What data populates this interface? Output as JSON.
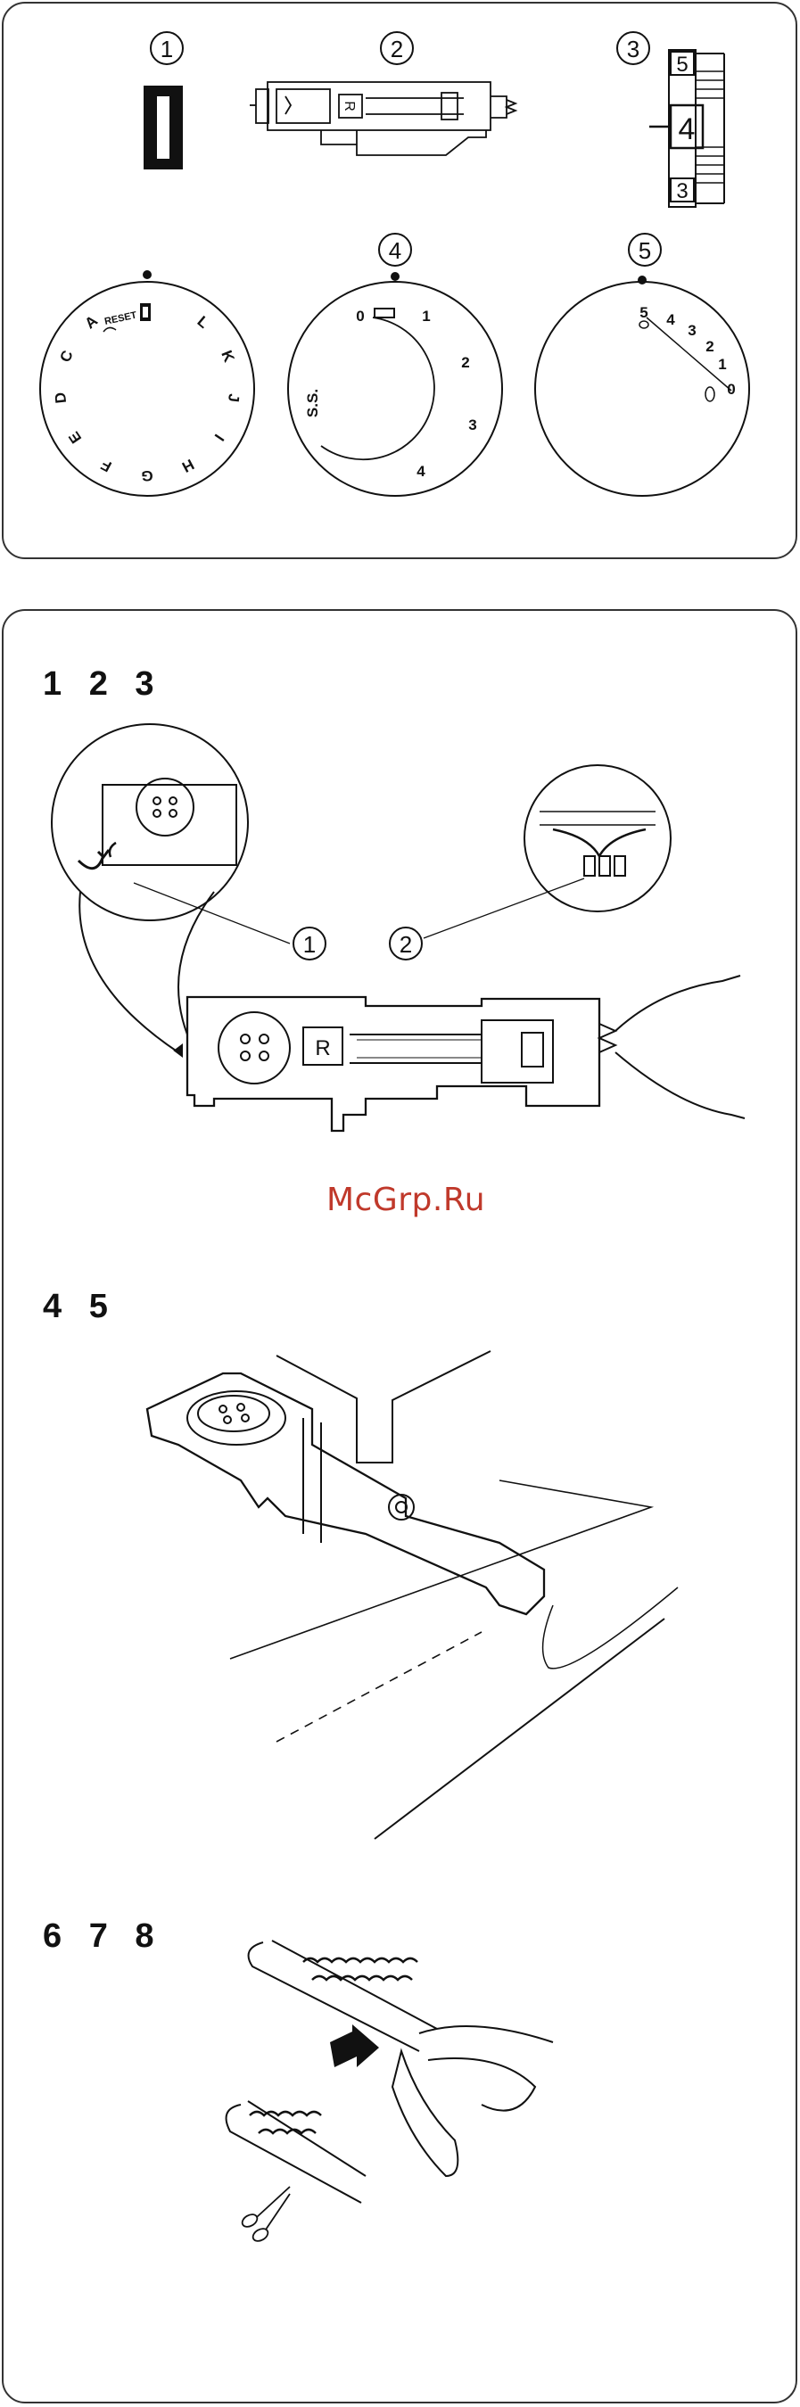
{
  "top_panel": {
    "item_markers": [
      "1",
      "2",
      "3",
      "4",
      "5"
    ],
    "scale_numbers": [
      "5",
      "4",
      "3"
    ],
    "pattern_dial": {
      "reset_label": "RESET",
      "letters": [
        "L",
        "K",
        "J",
        "I",
        "H",
        "G",
        "F",
        "E",
        "D",
        "C",
        "A"
      ]
    },
    "length_dial": {
      "labels": [
        "0",
        "1",
        "2",
        "3",
        "4",
        "S.S."
      ]
    },
    "width_dial": {
      "labels": [
        "5",
        "4",
        "3",
        "2",
        "1",
        "0"
      ]
    }
  },
  "bottom_panel": {
    "section_1": {
      "label": "1 2 3",
      "callouts": [
        "1",
        "2"
      ],
      "foot_letter": "R"
    },
    "watermark": "McGrp.Ru",
    "section_2": {
      "label": "4 5"
    },
    "section_3": {
      "label": "6 7 8"
    }
  },
  "icons": [
    "lever-arrow-icon",
    "arrow-right-icon",
    "scissors-icon",
    "button-icon",
    "hand-icon"
  ]
}
